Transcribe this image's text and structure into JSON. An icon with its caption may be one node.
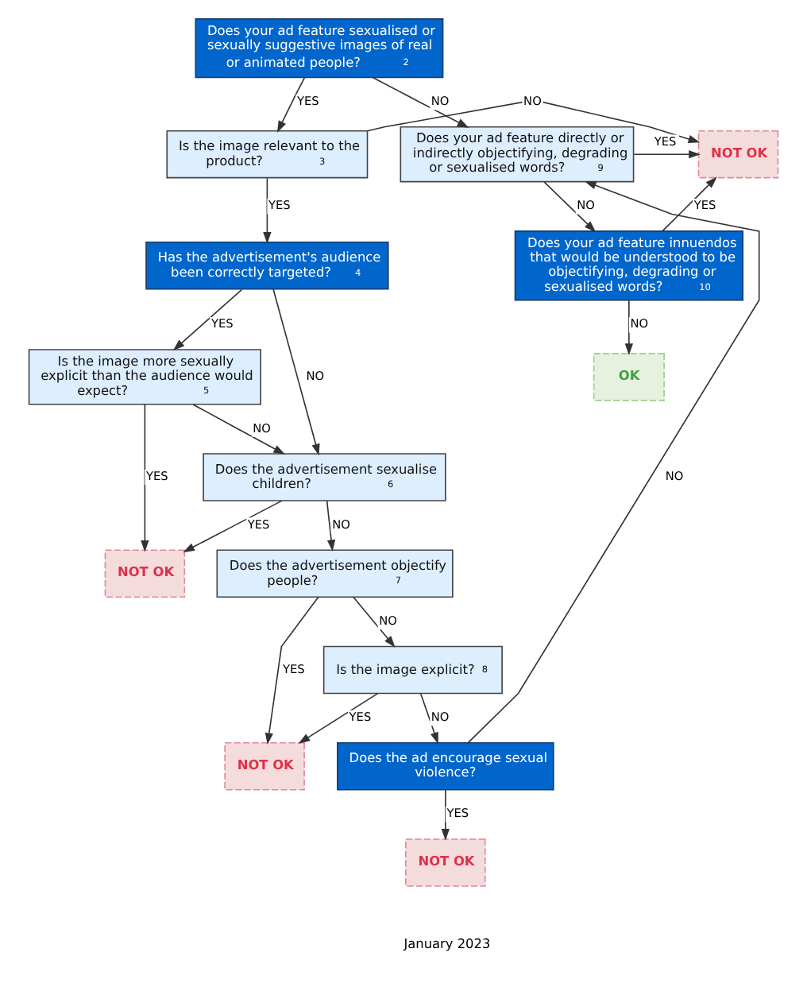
{
  "diagram": {
    "nodes": [
      {
        "text": [
          "Does your ad feature sexualised or sexually suggestive images of real or animated people? $^{2}$"
        ]
      },
      {
        "text": [
          "Is the image relevant to the product?$^{3}$"
        ]
      },
      {
        "text": [
          "NOT OK"
        ]
      },
      {
        "text": [
          "Does your ad feature directly or indirectly objectifying, degrading or sexualised words?$^{9}$"
        ]
      },
      {
        "text": [
          "Does your ad feature innuendos that would be understood to be objectifying, degrading or sexualised words?$^{10}$"
        ]
      },
      {
        "text": [
          "OK"
        ]
      },
      {
        "text": [
          "Has the advertisement's audience been correctly targeted?$^{4}$"
        ]
      },
      {
        "text": [
          "Is the image more sexually explicit than the audience would expect?$^{5}$"
        ]
      },
      {
        "text": [
          "Does the advertisement sexualise children?$^{6}$"
        ]
      },
      {
        "text": [
          "NOT OK"
        ]
      },
      {
        "text": [
          "Does the advertisement objectify people?$^{7}$"
        ]
      },
      {
        "text": [
          "Is the image explicit? $^{8}$"
        ]
      },
      {
        "text": [
          "NOT OK"
        ]
      },
      {
        "text": [
          "Does the ad encourage sexual violence?"
        ]
      },
      {
        "text": [
          "NOT OK"
        ]
      }
    ],
    "edges": [
      {
        "from": 0,
        "to": 1,
        "arrow": "to",
        "label": "YES"
      },
      {
        "from": 0,
        "to": 3,
        "arrow": "to",
        "label": "NO"
      },
      {
        "from": 1,
        "to": 2,
        "arrow": "to",
        "label": "NO"
      },
      {
        "from": 3,
        "to": 2,
        "arrow": "to",
        "label": "YES"
      },
      {
        "from": 3,
        "to": 4,
        "arrow": "to",
        "label": "NO"
      },
      {
        "from": 4,
        "to": 2,
        "arrow": "to",
        "label": "YES"
      },
      {
        "from": 4,
        "to": 5,
        "arrow": "to",
        "label": "NO"
      },
      {
        "from": 1,
        "to": 6,
        "arrow": "to",
        "label": "YES"
      },
      {
        "from": 6,
        "to": 8,
        "arrow": "to",
        "label": "NO"
      },
      {
        "from": 6,
        "to": 7,
        "arrow": "to",
        "label": "YES"
      },
      {
        "from": 7,
        "to": 8,
        "arrow": "to",
        "label": "NO"
      },
      {
        "from": 7,
        "to": 9,
        "arrow": "to",
        "label": "YES"
      },
      {
        "from": 8,
        "to": 9,
        "arrow": "to",
        "label": "YES"
      },
      {
        "from": 8,
        "to": 10,
        "arrow": "to",
        "label": "NO"
      },
      {
        "from": 10,
        "to": 12,
        "arrow": "to",
        "label": "YES"
      },
      {
        "from": 10,
        "to": 11,
        "arrow": "to",
        "label": "NO"
      },
      {
        "from": 11,
        "to": 12,
        "arrow": "to",
        "label": "YES"
      },
      {
        "from": 11,
        "to": 13,
        "arrow": "to",
        "label": "NO"
      },
      {
        "from": 13,
        "to": 14,
        "arrow": "to",
        "label": "YES"
      },
      {
        "from": 13,
        "to": 3,
        "arrow": "to",
        "label": "NO"
      }
    ],
    "labels": [
      "January 2023"
    ]
  }
}
